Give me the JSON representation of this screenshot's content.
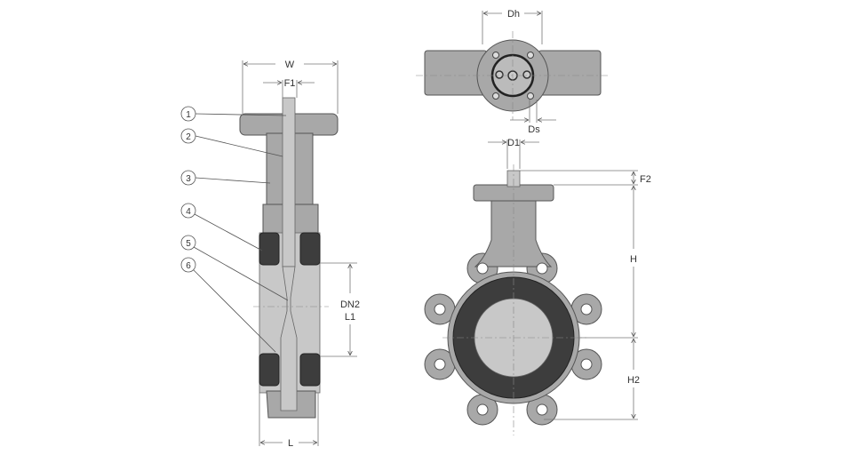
{
  "side_view": {
    "dimensions": {
      "W": "W",
      "F1": "F1",
      "DN2": "DN2",
      "L1": "L1",
      "L": "L"
    },
    "callouts": [
      "1",
      "2",
      "3",
      "4",
      "5",
      "6"
    ]
  },
  "top_view": {
    "dimensions": {
      "Dh": "Dh",
      "Ds": "Ds"
    }
  },
  "front_view": {
    "dimensions": {
      "D1": "D1",
      "F2": "F2",
      "H": "H",
      "H2": "H2"
    }
  },
  "colors": {
    "body": "#a8a8a8",
    "liner": "#3d3d3d",
    "disc": "#c8c8c8"
  }
}
